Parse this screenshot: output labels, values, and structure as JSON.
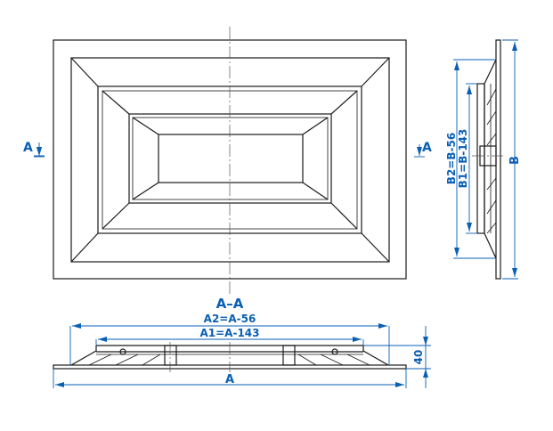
{
  "front_view": {
    "section_marker_left": "A",
    "section_marker_right": "A"
  },
  "section_view": {
    "title": "A–A",
    "dim_a2": "A2=A-56",
    "dim_a1": "A1=A-143",
    "dim_a": "A",
    "dim_height": "40"
  },
  "side_view": {
    "dim_b2": "B2=B-56",
    "dim_b1": "B1=B-143",
    "dim_b": "B"
  },
  "colors": {
    "dimension": "#0a5fb4",
    "lines": "#1a1a1a"
  }
}
